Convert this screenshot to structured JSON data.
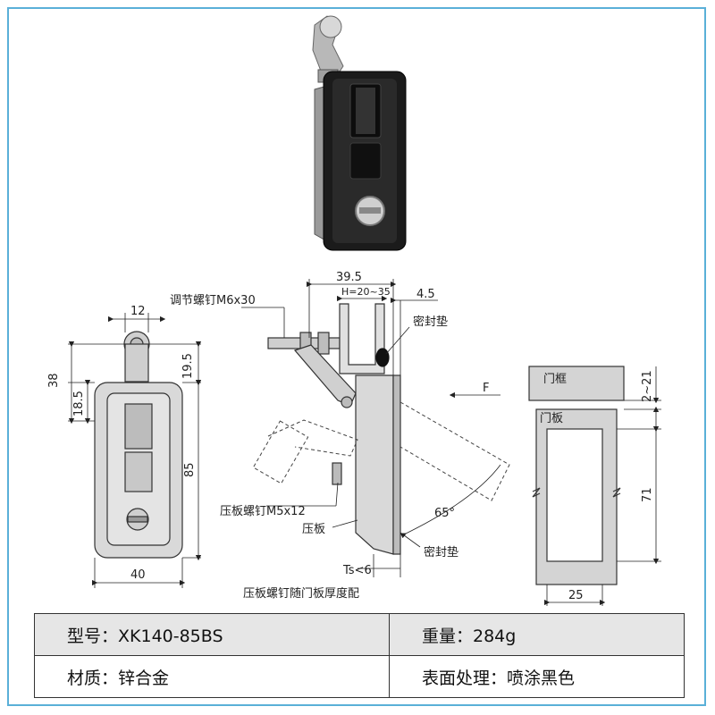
{
  "drawing": {
    "dim_12": "12",
    "dim_38": "38",
    "dim_18_5": "18.5",
    "dim_19_5": "19.5",
    "dim_85": "85",
    "dim_40": "40",
    "dim_39_5": "39.5",
    "dim_h": "H=20~35",
    "dim_4_5": "4.5",
    "dim_65": "65°",
    "dim_ts": "Ts<6",
    "dim_2_21": "2~21",
    "dim_71": "71",
    "dim_25": "25",
    "force_label": "F",
    "label_adjust_screw": "调节螺钉M6x30",
    "label_seal_top": "密封垫",
    "label_plate_screw": "压板螺钉M5x12",
    "label_plate": "压板",
    "label_seal_bottom": "密封垫",
    "label_door_frame": "门框",
    "label_door_panel": "门板",
    "note_bottom": "压板螺钉随门板厚度配"
  },
  "specs": {
    "model": "型号：XK140-85BS",
    "weight": "重量：284g",
    "material": "材质：锌合金",
    "finish": "表面处理：喷涂黑色"
  },
  "colors": {
    "border": "#5ab0d8",
    "drawing_fill": "#d9d9d9",
    "product_body": "#1a1a1a"
  }
}
